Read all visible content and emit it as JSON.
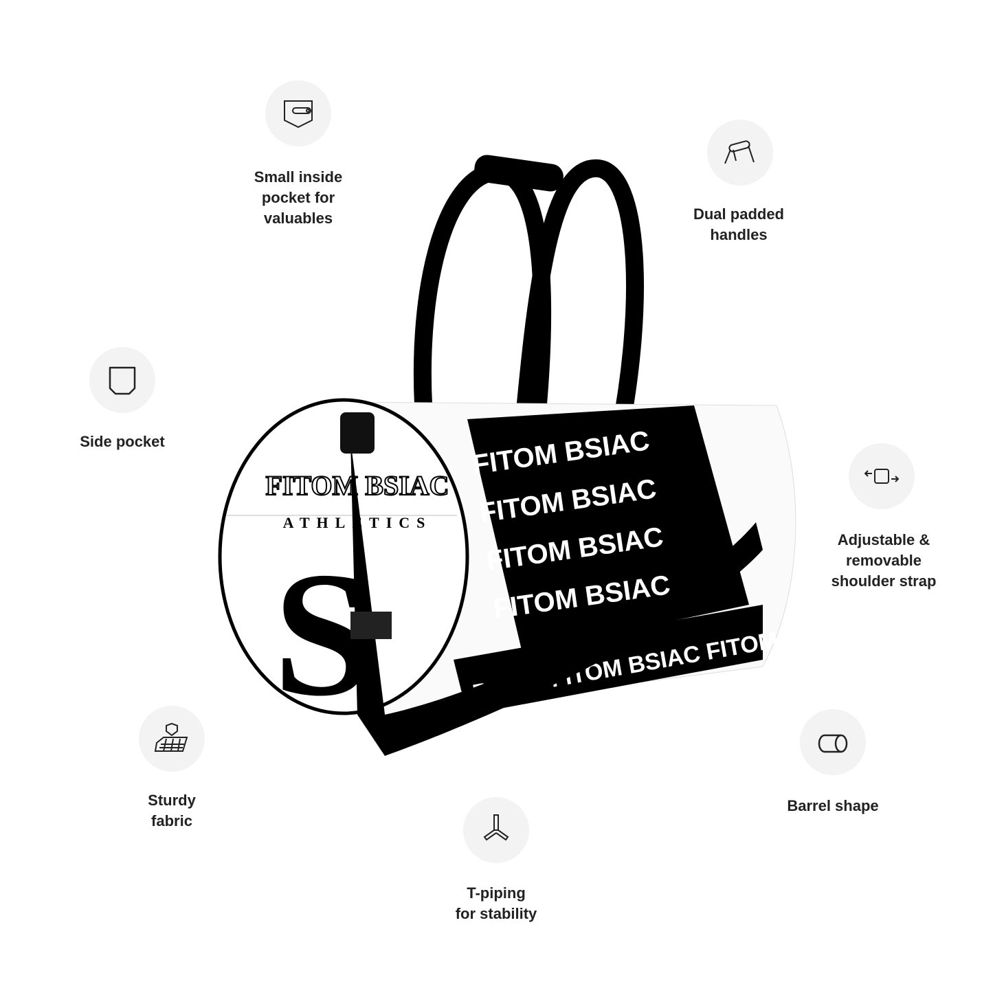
{
  "product": {
    "logo_text": [
      "FITOM BSIAC",
      "ATHLETICS"
    ],
    "pattern_text": [
      "FITOM",
      "BSIAC"
    ],
    "colors": {
      "body": "#ffffff",
      "accent": "#000000",
      "icon_bg": "#f3f3f3",
      "text": "#222222"
    }
  },
  "features": [
    {
      "icon": "zipper-pocket-icon",
      "lines": [
        "Small inside",
        "pocket for",
        "valuables"
      ]
    },
    {
      "icon": "padded-handle-icon",
      "lines": [
        "Dual padded",
        "handles"
      ]
    },
    {
      "icon": "side-pocket-icon",
      "lines": [
        "Side pocket"
      ]
    },
    {
      "icon": "adjustable-strap-icon",
      "lines": [
        "Adjustable &",
        "removable",
        "shoulder strap"
      ]
    },
    {
      "icon": "sturdy-fabric-icon",
      "lines": [
        "Sturdy",
        "fabric"
      ]
    },
    {
      "icon": "barrel-icon",
      "lines": [
        "Barrel shape"
      ]
    },
    {
      "icon": "t-piping-icon",
      "lines": [
        "T-piping",
        "for stability"
      ]
    }
  ]
}
